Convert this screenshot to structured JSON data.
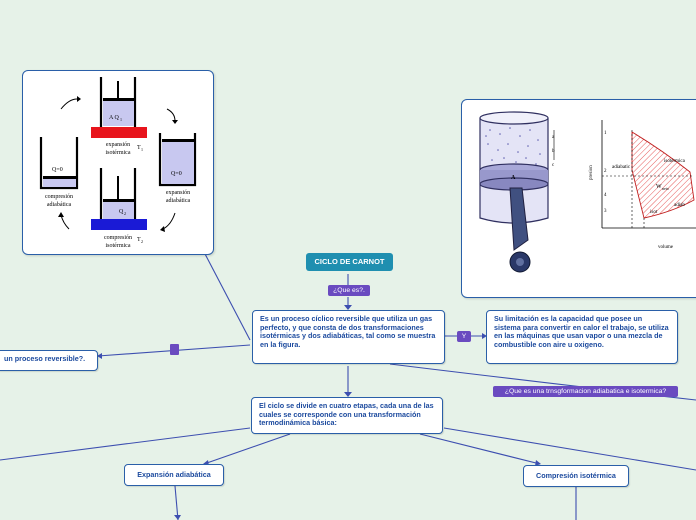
{
  "map": {
    "root_title": "CICLO DE CARNOT",
    "tag_what": "¿Que es?.",
    "tag_y": "Y",
    "tag_adiabatic": "¿Que es una trnsgformacion adiabatica e isotermica?",
    "definition": "Es un proceso cíclico reversible que utiliza un gas perfecto, y que consta de dos transformaciones isotérmicas y dos adiabáticas, tal como se muestra en la figura.",
    "limitation": "Su limitación es la capacidad que posee un sistema para convertir en calor el trabajo, se utiliza en las máquinas que usan vapor o una mezcla de combustible con aire u oxigeno.",
    "reversible_question": "un proceso reversible?.",
    "stages": "El ciclo se divide en cuatro etapas, cada una de las cuales se corresponde con una transformación termodinámica básica:",
    "adiabatic_expansion": "Expansión adiabática",
    "isothermal_compression": "Compresión isotérmica"
  },
  "figure_left": {
    "top_label": "A Q",
    "top_label_sub": "1",
    "top_caption_1": "expansión",
    "top_caption_2": "isotérmica",
    "top_temp": "T",
    "top_temp_sub": "1",
    "left_label": "Q=0",
    "left_caption_1": "compresión",
    "left_caption_2": "adiabática",
    "right_label": "Q=0",
    "right_caption_1": "expansión",
    "right_caption_2": "adiabática",
    "bottom_label": "Q",
    "bottom_label_sub": "2",
    "bottom_caption_1": "compresión",
    "bottom_caption_2": "isotérmica",
    "bottom_temp": "T",
    "bottom_temp_sub": "2",
    "colors": {
      "hot": "#e8141c",
      "cold": "#1a1ad6",
      "gas": "#c8c8f0"
    }
  },
  "figure_right": {
    "piston_letter": "A",
    "label_a": "a",
    "label_b": "b",
    "label_c": "c",
    "pressure_axis": "presion",
    "volume_axis": "volume",
    "tick_1": "1",
    "tick_2": "2",
    "tick_3": "3",
    "tick_4": "4",
    "label_isothermal": "isotérmica",
    "label_adiabatic": "adiabatic",
    "label_net_work": "W",
    "label_net_work_sub": "neto",
    "label_left_adiabatic": "adiab",
    "label_isothermal_low": "isot",
    "colors": {
      "hatch": "#e03030",
      "cylinder": "#b8b8e8",
      "rod": "#405080"
    }
  }
}
